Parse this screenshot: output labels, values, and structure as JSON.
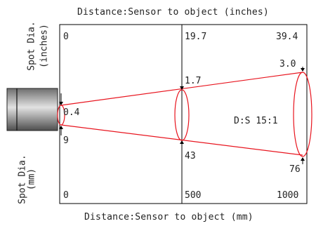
{
  "diagram": {
    "top_axis_title": "Distance:Sensor to object (inches)",
    "bottom_axis_title": "Distance:Sensor to object (mm)",
    "left_top_title_line1": "Spot Dia.",
    "left_top_title_line2": "(inches)",
    "left_bottom_title_line1": "Spot Dia.",
    "left_bottom_title_line2": "(mm)",
    "inch_distances": [
      "0",
      "19.7",
      "39.4"
    ],
    "mm_distances": [
      "0",
      "500",
      "1000"
    ],
    "spot_inches": [
      "0.4",
      "1.7",
      "3.0"
    ],
    "spot_mm": [
      "9",
      "43",
      "76"
    ],
    "ratio_label": "D:S 15:1",
    "colors": {
      "beam": "#e8141e",
      "frame": "#000000",
      "sensor_dark": "#555555",
      "sensor_light": "#d6d6d6"
    }
  }
}
